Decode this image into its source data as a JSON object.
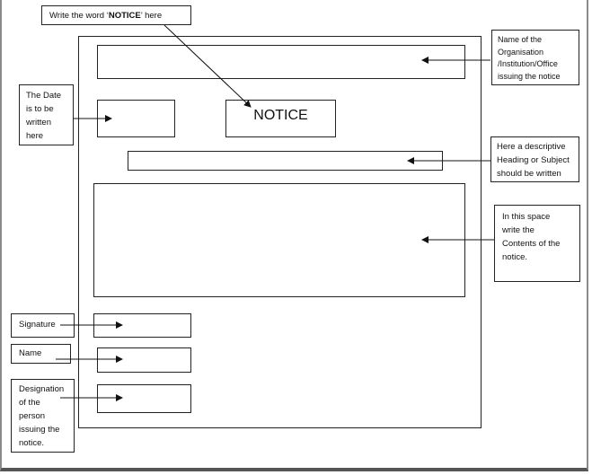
{
  "diagram": {
    "notice_word_callout": {
      "before": "Write the word ‘",
      "bold": "NOTICE",
      "after": "’ here"
    },
    "notice_box_text": "NOTICE",
    "organisation_callout": [
      "Name of the",
      "Organisation",
      "/Institution/Office",
      "issuing the notice"
    ],
    "date_callout": [
      "The Date",
      "is to be",
      "written",
      "here"
    ],
    "heading_callout": [
      "Here a descriptive",
      "Heading or Subject",
      "should be written"
    ],
    "contents_callout": [
      "In this space",
      "write the",
      "Contents of the",
      "notice."
    ],
    "signature_callout": "Signature",
    "name_callout": "Name",
    "designation_callout": [
      "Designation",
      "of the",
      "person",
      "issuing the",
      "notice."
    ]
  }
}
